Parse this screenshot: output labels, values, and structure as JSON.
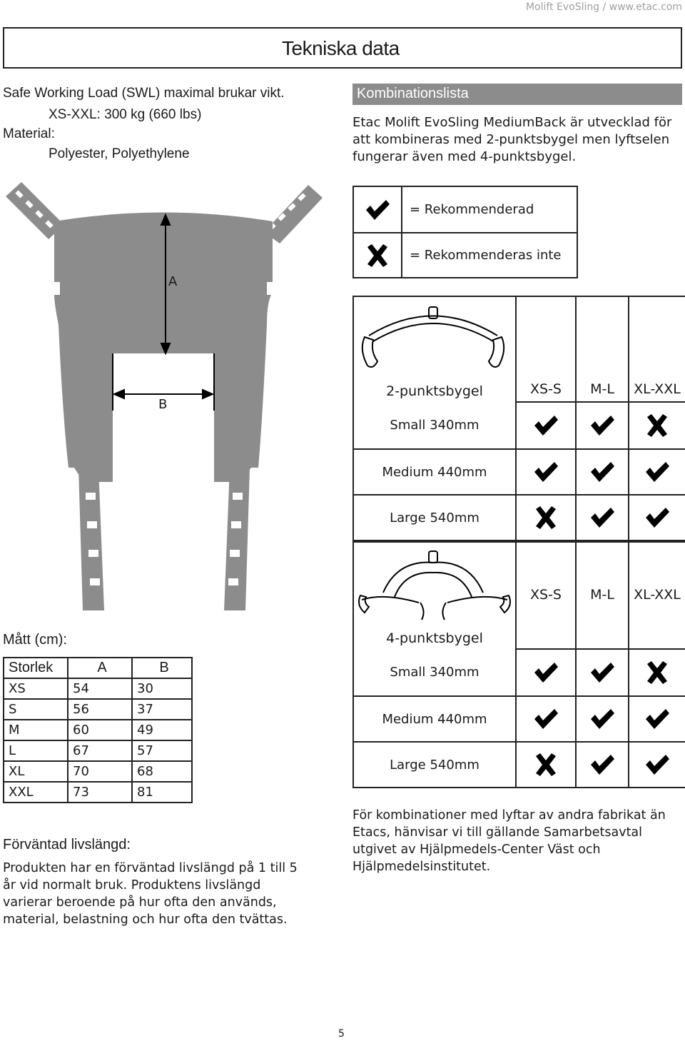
{
  "header": {
    "running_title": "Molift EvoSling / www.etac.com",
    "title": "Tekniska data"
  },
  "specs": {
    "swl_label": "Safe Working Load (SWL) maximal brukar vikt.",
    "swl_value": "XS-XXL: 300 kg (660 lbs)",
    "material_label": "Material:",
    "material_value": "Polyester, Polyethylene"
  },
  "kombinationslista": {
    "title": "Kombinationslista",
    "text": "Etac Molift EvoSling MediumBack är utvecklad för att kombineras med 2-punktsbygel men lyftselen fungerar även med 4-punktsbygel."
  },
  "legend": {
    "recommended": "= Rekommenderad",
    "not_recommended": "= Rekommenderas inte"
  },
  "diagram": {
    "label_a": "A",
    "label_b": "B"
  },
  "size_headers": [
    "XS-S",
    "M-L",
    "XL-XXL"
  ],
  "two_point": {
    "title": "2-punktsbygel",
    "rows": [
      {
        "label": "Small 340mm",
        "marks": [
          "check",
          "check",
          "cross"
        ]
      },
      {
        "label": "Medium 440mm",
        "marks": [
          "check",
          "check",
          "check"
        ]
      },
      {
        "label": "Large 540mm",
        "marks": [
          "cross",
          "check",
          "check"
        ]
      }
    ]
  },
  "four_point": {
    "title": "4-punktsbygel",
    "rows": [
      {
        "label": "Small 340mm",
        "marks": [
          "check",
          "check",
          "cross"
        ]
      },
      {
        "label": "Medium 440mm",
        "marks": [
          "check",
          "check",
          "check"
        ]
      },
      {
        "label": "Large 540mm",
        "marks": [
          "cross",
          "check",
          "check"
        ]
      }
    ]
  },
  "measurements": {
    "title": "Mått (cm):",
    "headers": [
      "Storlek",
      "A",
      "B"
    ],
    "rows": [
      [
        "XS",
        "54",
        "30"
      ],
      [
        "S",
        "56",
        "37"
      ],
      [
        "M",
        "60",
        "49"
      ],
      [
        "L",
        "67",
        "57"
      ],
      [
        "XL",
        "70",
        "68"
      ],
      [
        "XXL",
        "73",
        "81"
      ]
    ]
  },
  "lifetime": {
    "title": "Förväntad livslängd:",
    "text": "Produkten har en förväntad livslängd på 1 till 5 år vid normalt bruk. Produktens livslängd varierar beroende på hur ofta den används, material, belastning och hur ofta den tvättas."
  },
  "footer_note": "För kombinationer med lyftar av andra fabrikat än Etacs, hänvisar vi till gällande Samarbetsavtal utgivet av Hjälpmedels-Center Väst och Hjälpmedelsinstitutet.",
  "page_number": "5",
  "colors": {
    "sling_gray": "#8c8c8c",
    "bar_gray": "#8c8c8c",
    "line": "#222222"
  }
}
